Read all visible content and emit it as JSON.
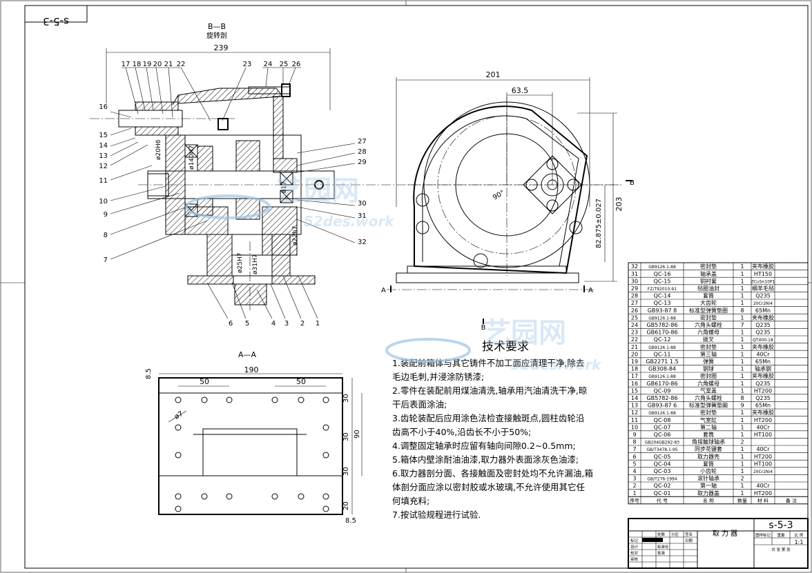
{
  "drawing_code": "s-5-3",
  "section_bb": {
    "title": "B—B",
    "subtitle": "旋转剖"
  },
  "section_aa": {
    "title": "A—A"
  },
  "dims_section": {
    "overall": "239",
    "d1": "ø20H6",
    "d2": "ø140H7",
    "d3": "ø17",
    "d4": "ø22h7",
    "d5": "ø25H7",
    "d6": "ø31H7"
  },
  "dims_side": {
    "width": "201",
    "offset": "63.5",
    "height": "203",
    "center": "82.875±0.027",
    "angle": "90°"
  },
  "dims_aa": {
    "width": "190",
    "left": "50",
    "right": "50",
    "top": "8.5",
    "bottom": "8.5",
    "h1": "30",
    "h2": "30",
    "h3": "90",
    "h4": "30",
    "h5": "20",
    "hole": "ø7"
  },
  "markers": {
    "a_left": "A",
    "a_right": "A",
    "b_top": "B",
    "b_bottom": "B"
  },
  "part_callouts_left": [
    "16",
    "15",
    "14",
    "13",
    "12",
    "11",
    "10",
    "9",
    "8",
    "7"
  ],
  "part_callouts_top": [
    "17",
    "18",
    "19",
    "20",
    "21",
    "22",
    "23",
    "24",
    "25",
    "26"
  ],
  "part_callouts_right": [
    "27",
    "28",
    "29",
    "30",
    "31",
    "32"
  ],
  "part_callouts_bottom": [
    "6",
    "5",
    "4",
    "3",
    "2",
    "1"
  ],
  "tech_req": {
    "title": "技术要求",
    "lines": [
      "1.装配前箱体与其它铸件不加工面应清理干净,除去",
      "   毛边毛刺,并浸涂防锈漆;",
      "2.零件在装配前用煤油清洗,轴承用汽油清洗干净,晾",
      "   干后表面涂油;",
      "3.齿轮装配后应用涂色法检查接触斑点,圆柱齿轮沿",
      "   齿高不小于40%,沿齿长不小于50%;",
      "4.调整固定轴承时应留有轴向间隙0.2~0.5mm;",
      "5.箱体内壁涂耐油油漆,取力器外表面涂灰色油漆;",
      "6.取力器剖分面、各接触面及密封处均不允许漏油,箱",
      "   体剖分面应涂以密封胶或水玻璃,不允许使用其它任",
      "   何填充料;",
      "7.按试验规程进行试验."
    ]
  },
  "bom": {
    "rows": [
      [
        "32",
        "GB9126.1-88",
        "密封垫",
        "1",
        "夹布橡胶"
      ],
      [
        "31",
        "QC-16",
        "轴承盖",
        "1",
        "HT150"
      ],
      [
        "30",
        "QC-15",
        "铜衬套",
        "1",
        "ZCuSn10P1"
      ],
      [
        "29",
        "FZ/T92010-91",
        "毡圈油封",
        "1",
        "细羊毛毡"
      ],
      [
        "28",
        "QC-14",
        "套筒",
        "1",
        "Q235"
      ],
      [
        "27",
        "QC-13",
        "大齿轮",
        "1",
        "20Cr2Ni4"
      ],
      [
        "26",
        "GB93-87 8",
        "标准型弹簧垫圈",
        "8",
        "65Mn"
      ],
      [
        "25",
        "GB9126.1-88",
        "密封垫",
        "1",
        "夹布橡胶"
      ],
      [
        "24",
        "GB5782-86",
        "六角头螺栓",
        "7",
        "Q235"
      ],
      [
        "23",
        "GB6170-86",
        "六角螺母",
        "1",
        "Q235"
      ],
      [
        "22",
        "QC-12",
        "拨叉",
        "1",
        "QT400-18"
      ],
      [
        "21",
        "GB9126.1-88",
        "密封垫",
        "1",
        "夹布橡胶"
      ],
      [
        "20",
        "QC-11",
        "第三轴",
        "1",
        "40Cr"
      ],
      [
        "19",
        "GB2271 1.5",
        "弹簧",
        "1",
        "65Mn"
      ],
      [
        "18",
        "GB308-84",
        "钢球",
        "1",
        "轴承钢"
      ],
      [
        "17",
        "GB9126.1-88",
        "密封圈",
        "1",
        "夹布橡胶"
      ],
      [
        "16",
        "GB6170-86",
        "六角螺母",
        "1",
        "Q235"
      ],
      [
        "15",
        "QC-09",
        "气室盖",
        "1",
        "HT200"
      ],
      [
        "14",
        "GB5782-86",
        "六角头螺栓",
        "8",
        "Q235"
      ],
      [
        "13",
        "GB93-87 6",
        "标准型弹簧垫圈",
        "9",
        "65Mn"
      ],
      [
        "12",
        "GB9126.1-88",
        "密封垫",
        "1",
        "夹布橡胶"
      ],
      [
        "11",
        "QC-08",
        "气室缸",
        "1",
        "HT200"
      ],
      [
        "10",
        "QC-07",
        "第二轴",
        "1",
        "40Cr"
      ],
      [
        "9",
        "QC-06",
        "套筒",
        "1",
        "HT100"
      ],
      [
        "8",
        "GB204GB292-83",
        "角接触球轴承",
        "2",
        ""
      ],
      [
        "7",
        "GB/T3478.1-95",
        "同步花键套",
        "1",
        "40Cr"
      ],
      [
        "6",
        "QC-05",
        "取力器壳",
        "1",
        "HT200"
      ],
      [
        "5",
        "QC-04",
        "套筒",
        "1",
        "HT100"
      ],
      [
        "4",
        "QC-03",
        "小齿轮",
        "1",
        "20Cr2Ni4"
      ],
      [
        "3",
        "GB/T276-1994",
        "滚针轴承",
        "2",
        ""
      ],
      [
        "2",
        "QC-02",
        "第一轴",
        "1",
        "40Cr"
      ],
      [
        "1",
        "QC-01",
        "取力器盖",
        "1",
        "HT200"
      ]
    ],
    "header": [
      "序号",
      "代 号",
      "名 称",
      "数量",
      "材 料",
      "备 注"
    ]
  },
  "title_block": {
    "code": "s-5-3",
    "name": "取 力 器",
    "scale_label": "比 例",
    "scale": "1:1",
    "labels_left": [
      "标记",
      "设计",
      "校对",
      "审核"
    ],
    "labels_mid": [
      "处数",
      "标准化",
      "批准"
    ],
    "labels_mid2": [
      "分区",
      "签名",
      "日期"
    ],
    "stage": "图样标记",
    "weight": "重量",
    "sheet": "共 张  第 张"
  },
  "watermark": {
    "cn": "艺园网",
    "en": "52des.work"
  }
}
